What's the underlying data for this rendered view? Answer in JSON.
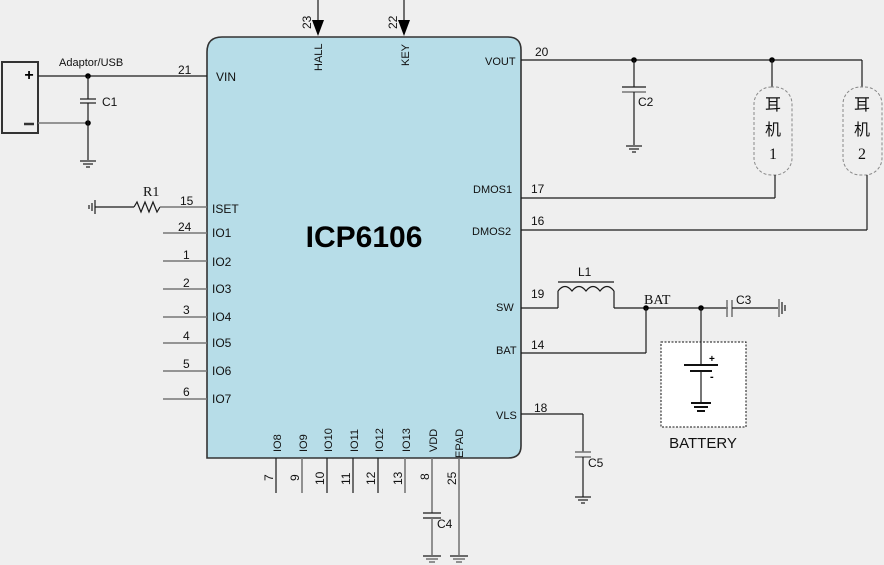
{
  "chip": {
    "name": "ICP6106",
    "body_color": "#b7dde8"
  },
  "power_input": {
    "net_label": "Adaptor/USB",
    "plus": "+",
    "minus": "−",
    "capacitor": "C1"
  },
  "resistor": "R1",
  "pins_left": [
    {
      "name": "VIN",
      "number": "21"
    },
    {
      "name": "ISET",
      "number": "15"
    },
    {
      "name": "IO1",
      "number": "24"
    },
    {
      "name": "IO2",
      "number": "1"
    },
    {
      "name": "IO3",
      "number": "2"
    },
    {
      "name": "IO4",
      "number": "3"
    },
    {
      "name": "IO5",
      "number": "4"
    },
    {
      "name": "IO6",
      "number": "5"
    },
    {
      "name": "IO7",
      "number": "6"
    }
  ],
  "pins_top": [
    {
      "name": "HALL",
      "number": "23"
    },
    {
      "name": "KEY",
      "number": "22"
    }
  ],
  "pins_right": [
    {
      "name": "VOUT",
      "number": "20"
    },
    {
      "name": "DMOS1",
      "number": "17"
    },
    {
      "name": "DMOS2",
      "number": "16"
    },
    {
      "name": "SW",
      "number": "19"
    },
    {
      "name": "BAT",
      "number": "14"
    },
    {
      "name": "VLS",
      "number": "18"
    }
  ],
  "pins_bottom": [
    {
      "name": "IO8",
      "number": "7"
    },
    {
      "name": "IO9",
      "number": "9"
    },
    {
      "name": "IO10",
      "number": "10"
    },
    {
      "name": "IO11",
      "number": "11"
    },
    {
      "name": "IO12",
      "number": "12"
    },
    {
      "name": "IO13",
      "number": "13"
    },
    {
      "name": "VDD",
      "number": "8"
    },
    {
      "name": "EPAD",
      "number": "25"
    }
  ],
  "components": {
    "c2": "C2",
    "c3": "C3",
    "c4": "C4",
    "c5": "C5",
    "l1": "L1",
    "bat_net": "BAT",
    "battery_label": "BATTERY",
    "battery_plus": "+",
    "battery_minus": "-"
  },
  "earphones": [
    {
      "line1": "耳",
      "line2": "机",
      "line3": "1"
    },
    {
      "line1": "耳",
      "line2": "机",
      "line3": "2"
    }
  ]
}
